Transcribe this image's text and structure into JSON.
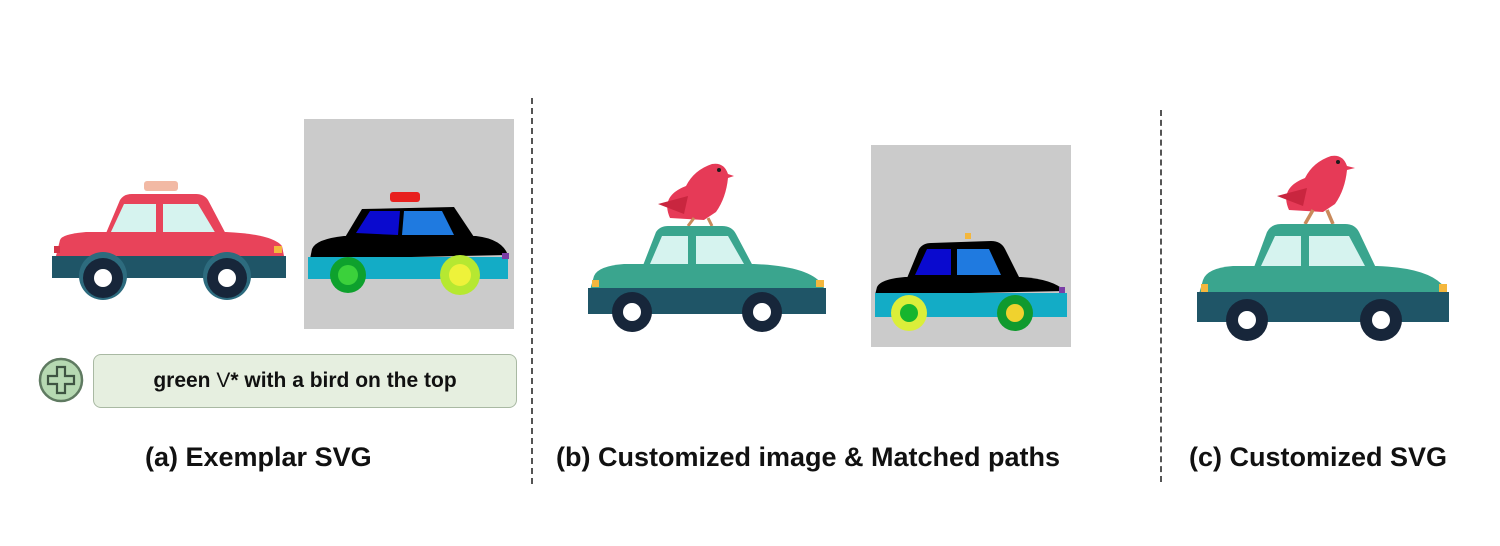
{
  "prompt": {
    "pre": "green ",
    "token": "V",
    "post": "* with a bird on the top"
  },
  "captions": {
    "a": "(a) Exemplar SVG",
    "b": "(b) Customized image & Matched paths",
    "c": "(c) Customized SVG"
  },
  "colors": {
    "red_car": "#e8435a",
    "teal_car": "#3aa58e",
    "dark_base": "#1f5567",
    "bird": "#e63a57",
    "window": "#d6f3ef",
    "matched_bg": "#cbcbcb",
    "prompt_bg": "#e6efe0"
  },
  "icons": [
    "plus-circle-icon"
  ]
}
